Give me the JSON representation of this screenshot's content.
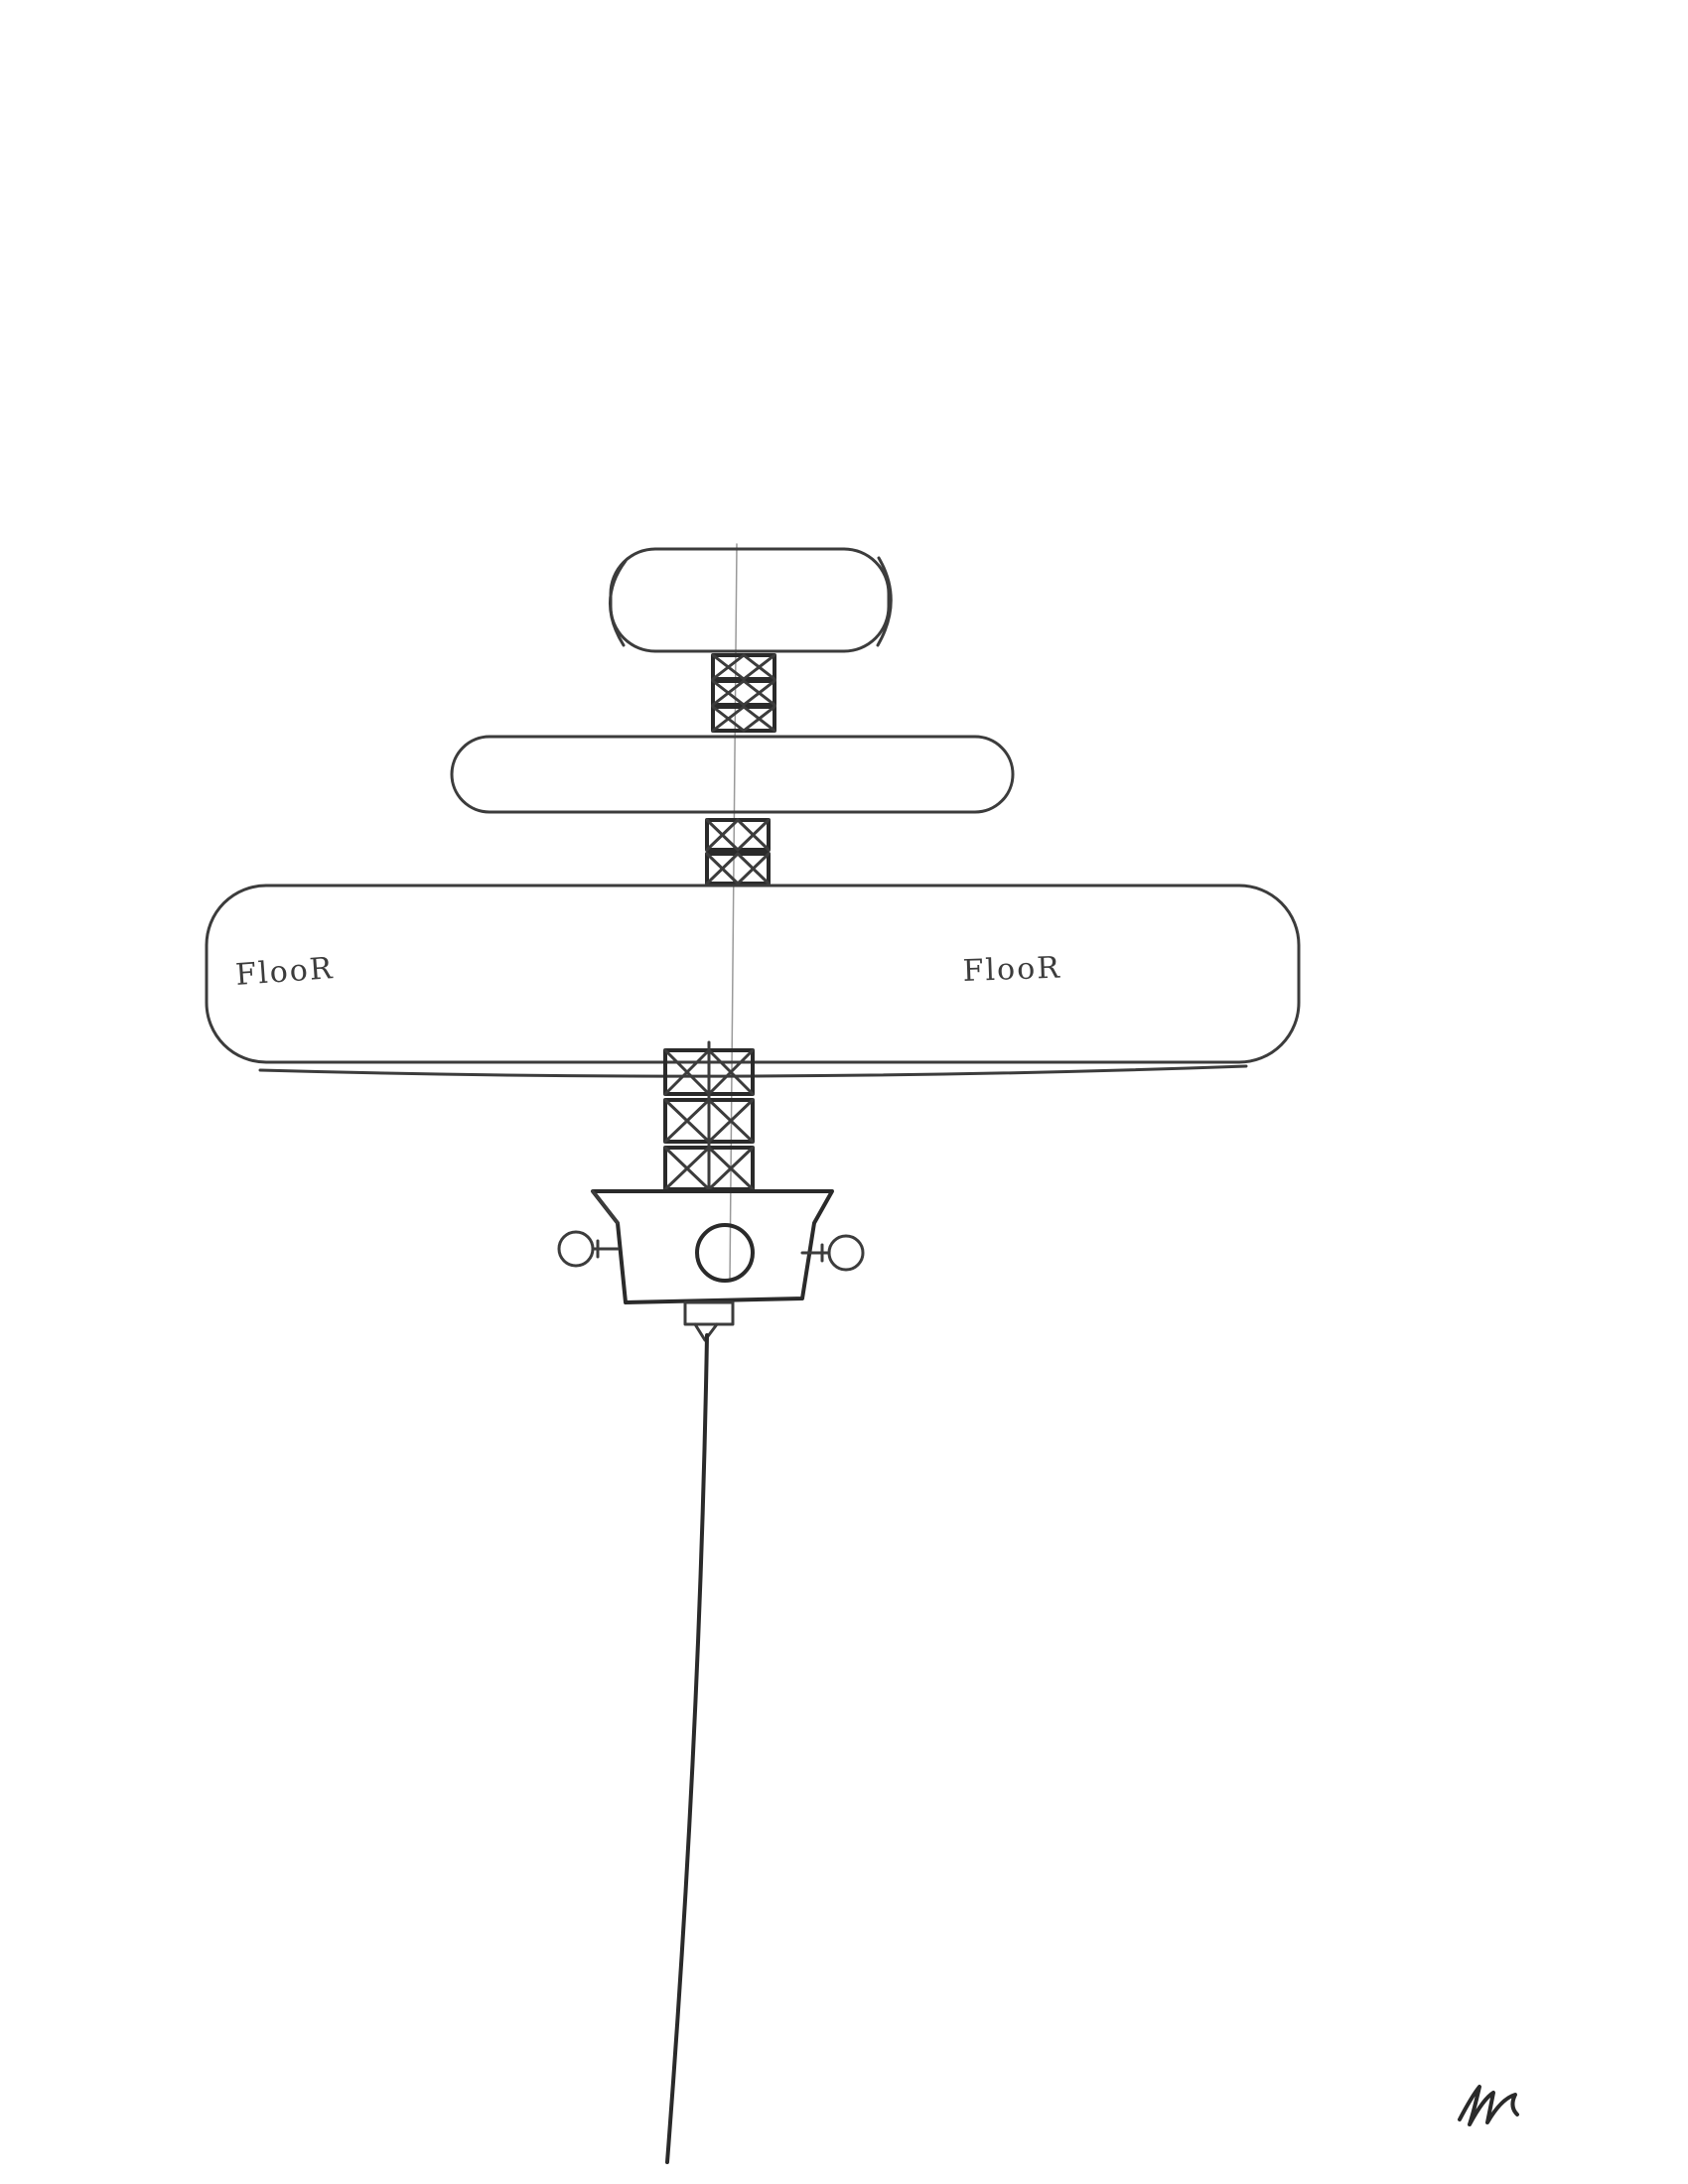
{
  "floors": [
    {
      "label": "FlooR"
    },
    {
      "label": "FlooR"
    }
  ],
  "signature": "M"
}
